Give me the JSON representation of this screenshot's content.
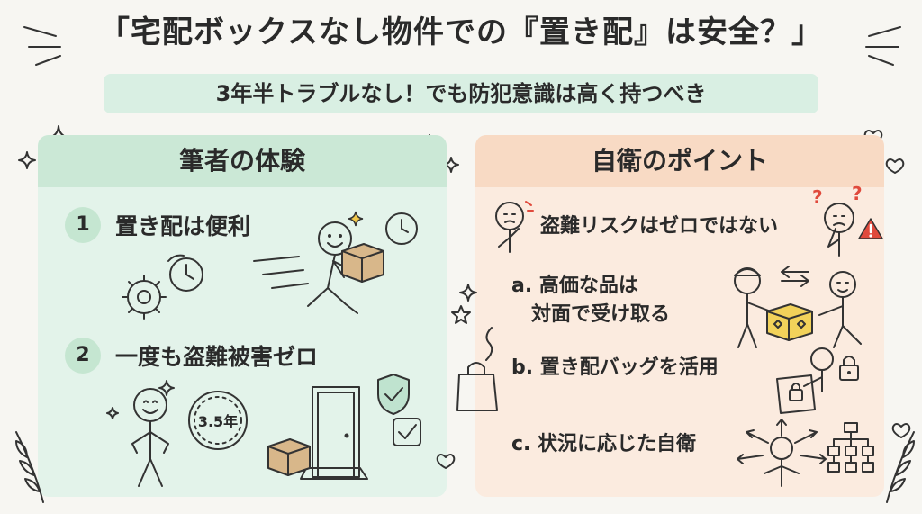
{
  "title": "「宅配ボックスなし物件での『置き配』は安全？」",
  "subtitle": "3年半トラブルなし！でも防犯意識は高く持つべき",
  "left_panel": {
    "heading": "筆者の体験",
    "items": [
      {
        "num": "1",
        "label": "置き配は便利"
      },
      {
        "num": "2",
        "label": "一度も盗難被害ゼロ"
      }
    ],
    "clock_label": "3.5年"
  },
  "right_panel": {
    "heading": "自衛のポイント",
    "risk": "盗難リスクはゼロではない",
    "points": [
      {
        "label": "a. 高価な品は",
        "label2": "対面で受け取る"
      },
      {
        "label": "b. 置き配バッグを活用"
      },
      {
        "label": "c. 状況に応じた自衛"
      }
    ]
  },
  "colors": {
    "left_panel": "#e3f3ea",
    "left_head": "#cbe8d6",
    "right_panel": "#fbebdf",
    "right_head": "#f8dac4",
    "subtitle_bg": "#d9efe3",
    "box_yellow": "#f2d25a",
    "warning_red": "#e04a3c"
  },
  "icons": [
    "gear-icon",
    "clock-icon",
    "running-person-icon",
    "package-icon",
    "stopwatch-icon",
    "door-icon",
    "shield-check-icon",
    "checkmark-icon",
    "worried-person-icon",
    "warning-icon",
    "question-icon",
    "handover-icon",
    "lock-icon",
    "bag-icon",
    "decision-tree-icon",
    "sparkle-icon",
    "heart-icon",
    "leaf-icon"
  ]
}
